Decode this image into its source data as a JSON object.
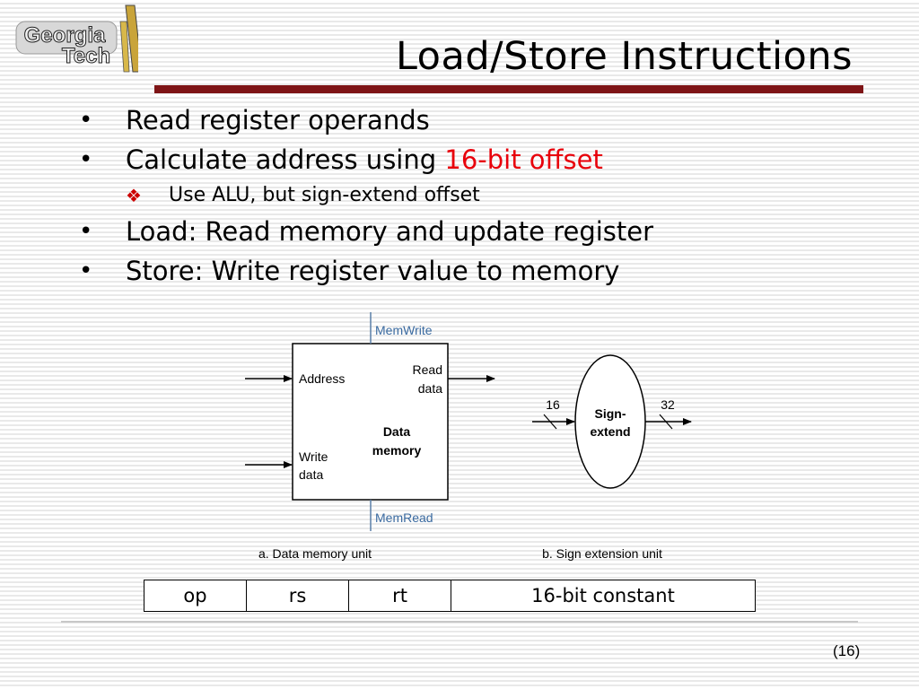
{
  "logo": {
    "line1": "Georgia",
    "line2": "Tech"
  },
  "title": "Load/Store Instructions",
  "bullets": {
    "b1": "Read register operands",
    "b2_prefix": "Calculate address using ",
    "b2_highlight": "16-bit offset",
    "b2_sub": "Use ALU, but sign-extend offset",
    "b3": "Load: Read memory and update register",
    "b4": "Store: Write register value to memory",
    "bullet_glyph": "•",
    "sub_glyph": "❖"
  },
  "diagram": {
    "memwrite": "MemWrite",
    "memread": "MemRead",
    "address": "Address",
    "read_data_1": "Read",
    "read_data_2": "data",
    "write_data_1": "Write",
    "write_data_2": "data",
    "unit_name_1": "Data",
    "unit_name_2": "memory",
    "sign_1": "Sign-",
    "sign_2": "extend",
    "in_width": "16",
    "out_width": "32",
    "caption_a": "a. Data memory unit",
    "caption_b": "b. Sign extension unit"
  },
  "format": {
    "cells": [
      "op",
      "rs",
      "rt",
      "16-bit constant"
    ]
  },
  "page": "(16)",
  "colors": {
    "accent_rule": "#7e1416",
    "highlight": "#e8000b",
    "signal_line": "#5a7fa8"
  }
}
